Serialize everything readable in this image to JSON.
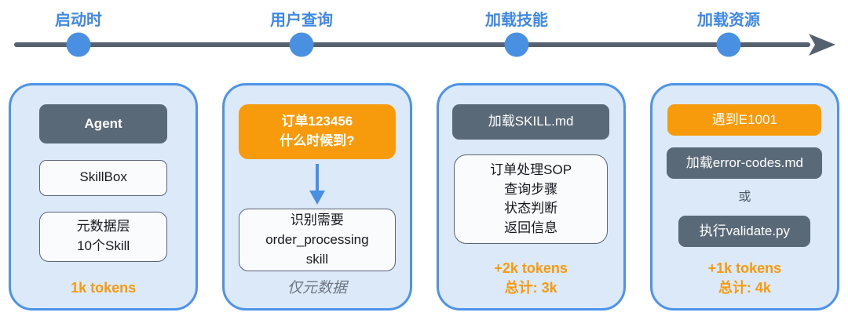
{
  "colors": {
    "accent_blue": "#4A90E2",
    "timeline_gray": "#55616E",
    "card_background": "#DBE9F8",
    "card_border": "#4D93EA",
    "dark_box": "#5A6978",
    "orange": "#F79A0B",
    "muted_gray": "#6E7680"
  },
  "timeline": {
    "stages": [
      {
        "label": "启动时"
      },
      {
        "label": "用户查询"
      },
      {
        "label": "加载技能"
      },
      {
        "label": "加载资源"
      }
    ]
  },
  "cards": [
    {
      "box1": {
        "lines": [
          "Agent"
        ]
      },
      "box2": {
        "lines": [
          "SkillBox"
        ]
      },
      "box3": {
        "lines": [
          "元数据层",
          "10个Skill"
        ]
      },
      "footer": {
        "lines": [
          "1k tokens"
        ]
      }
    },
    {
      "box1": {
        "lines": [
          "订单123456",
          "什么时候到?"
        ]
      },
      "box2": {
        "lines": [
          "识别需要",
          "order_processing",
          "skill"
        ]
      },
      "footer": {
        "lines": [
          "仅元数据"
        ]
      }
    },
    {
      "box1": {
        "lines": [
          "加载SKILL.md"
        ]
      },
      "box2": {
        "lines": [
          "订单处理SOP",
          "查询步骤",
          "状态判断",
          "返回信息"
        ]
      },
      "footer": {
        "lines": [
          "+2k tokens",
          "总计: 3k"
        ]
      }
    },
    {
      "box1": {
        "lines": [
          "遇到E1001"
        ]
      },
      "box2": {
        "lines": [
          "加载error-codes.md"
        ]
      },
      "connector": "或",
      "box3": {
        "lines": [
          "执行validate.py"
        ]
      },
      "footer": {
        "lines": [
          "+1k tokens",
          "总计: 4k"
        ]
      }
    }
  ]
}
